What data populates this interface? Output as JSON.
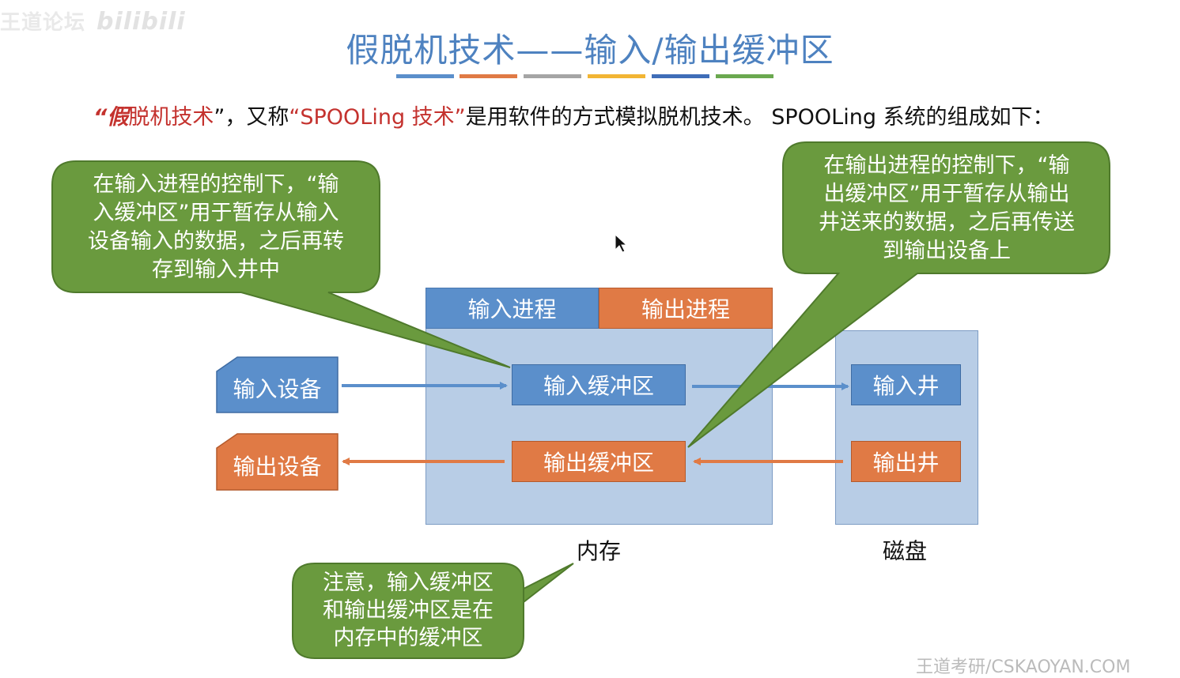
{
  "watermark": {
    "text1": "王道论坛",
    "text2": "bilibili"
  },
  "title": "假脱机技术——输入/输出缓冲区",
  "title_bar_colors": [
    "#5b8fcb",
    "#e07a45",
    "#a5a5a5",
    "#f2b533",
    "#3f6db8",
    "#6aa84f"
  ],
  "intro": {
    "q1_open": "“",
    "q1_red_italic": "假",
    "q1_red": "脱机技术",
    "q1_close": "”",
    "mid1": "，又称",
    "q2": "“SPOOLing 技术”",
    "mid2": "是用软件的方式模拟脱机技术。 SPOOLing 系统的组成如下："
  },
  "callouts": {
    "input": {
      "line1": "在输入进程的控制下，“输",
      "line2": "入缓冲区”用于暂存从输入",
      "line3": "设备输入的数据，之后再转",
      "line4": "存到输入井中"
    },
    "output": {
      "line1": "在输出进程的控制下，“输",
      "line2": "出缓冲区”用于暂存从输出",
      "line3": "井送来的数据，之后再传送",
      "line4": "到输出设备上"
    },
    "note": {
      "line1": "注意，输入缓冲区",
      "line2": "和输出缓冲区是在",
      "line3": "内存中的缓冲区"
    }
  },
  "memory": {
    "input_process": "输入进程",
    "output_process": "输出进程",
    "input_buffer": "输入缓冲区",
    "output_buffer": "输出缓冲区",
    "label": "内存"
  },
  "disk": {
    "input_well": "输入井",
    "output_well": "输出井",
    "label": "磁盘"
  },
  "devices": {
    "input_device": "输入设备",
    "output_device": "输出设备"
  },
  "footer": "王道考研/CSKAOYAN.COM",
  "colors": {
    "blue": "#5b8fcb",
    "orange": "#e07a45",
    "green": "#6a9a3e",
    "memory_fill": "#b8cde6",
    "title": "#4e82c0",
    "red": "#c4322e"
  }
}
